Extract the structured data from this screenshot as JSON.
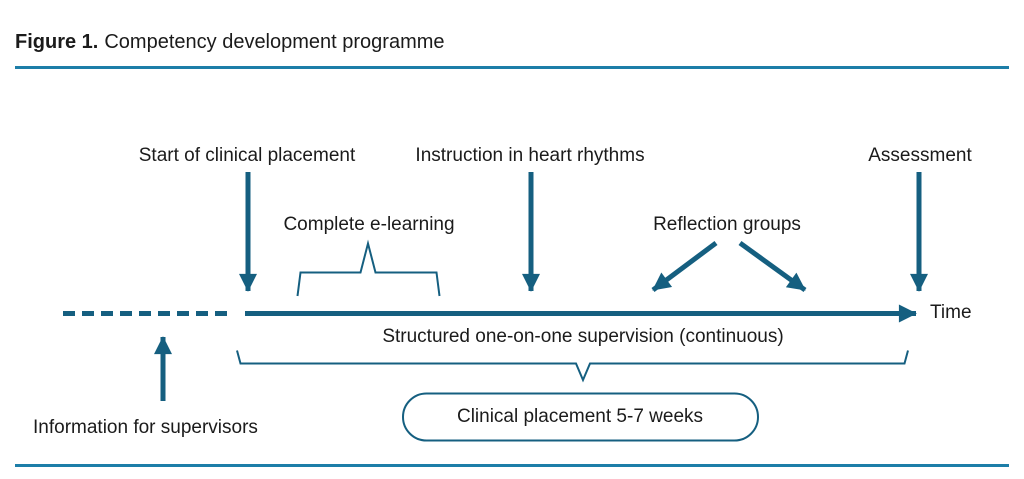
{
  "colors": {
    "rule_blue": "#1D7EA8",
    "diagram_teal": "#155F80",
    "text": "#1B1B1B"
  },
  "figure": {
    "label": "Figure 1.",
    "title": "Competency development programme"
  },
  "timeline": {
    "axis_label": "Time",
    "events": {
      "start": "Start of clinical placement",
      "instruction": "Instruction in heart rhythms",
      "assessment": "Assessment"
    },
    "activities": {
      "elearning": "Complete e-learning",
      "reflection": "Reflection groups",
      "supervision": "Structured one-on-one supervision (continuous)"
    },
    "placement": "Clinical placement 5-7 weeks",
    "info": "Information for supervisors"
  }
}
